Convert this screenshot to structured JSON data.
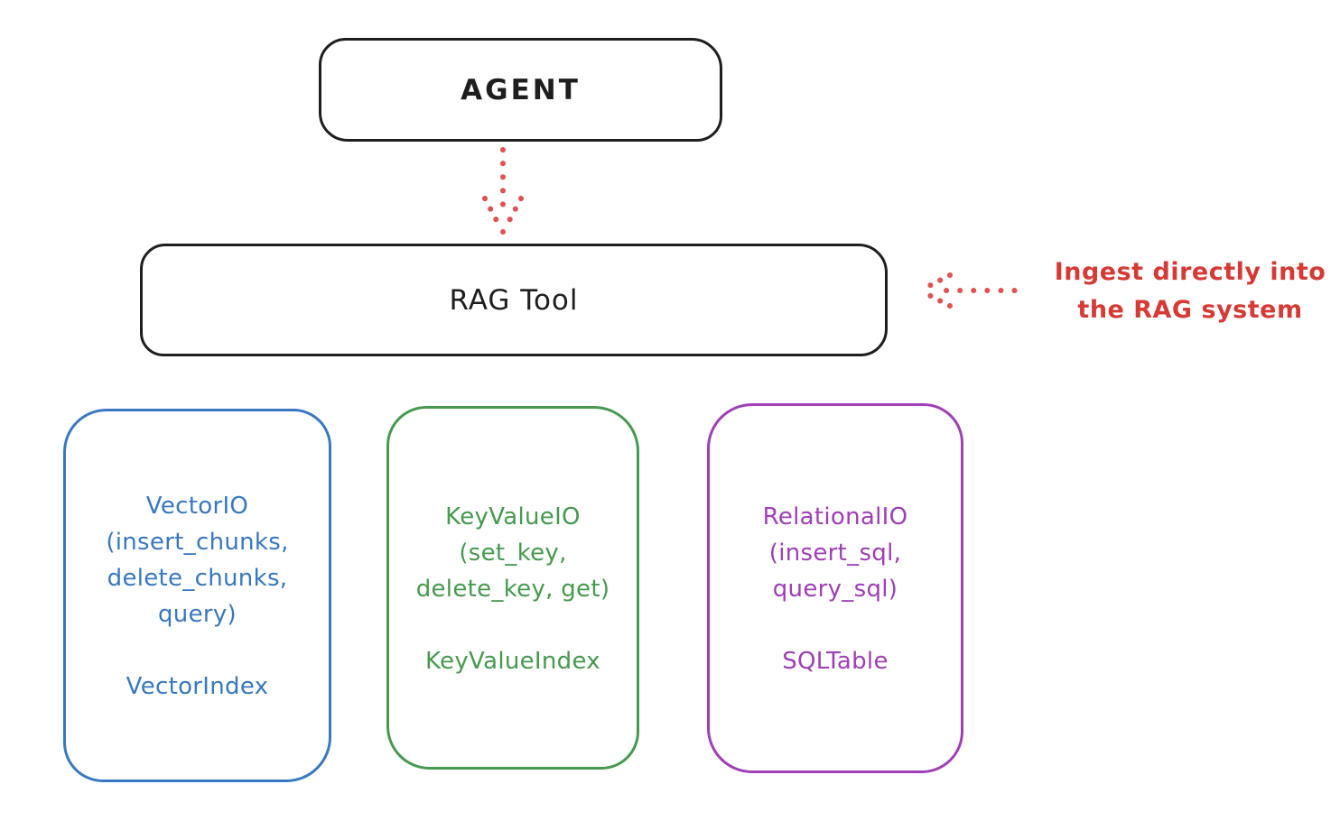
{
  "diagram": {
    "agent": {
      "label": "AGENT"
    },
    "rag_tool": {
      "label": "RAG Tool"
    },
    "annotation": {
      "line1": "Ingest directly into",
      "line2": "the RAG system"
    },
    "arrows": [
      {
        "name": "agent-to-rag-dotted-arrow",
        "direction": "down",
        "style": "dotted",
        "color": "#e05252"
      },
      {
        "name": "ingest-into-rag-dotted-arrow",
        "direction": "left",
        "style": "dotted",
        "color": "#e05252"
      }
    ],
    "stores": [
      {
        "id": "vector-io",
        "color": "#3878c0",
        "lines": [
          "VectorIO",
          "(insert_chunks,",
          "delete_chunks,",
          "query)"
        ],
        "index_label": "VectorIndex"
      },
      {
        "id": "keyvalue-io",
        "color": "#46994e",
        "lines": [
          "KeyValueIO",
          "(set_key,",
          "delete_key, get)"
        ],
        "index_label": "KeyValueIndex"
      },
      {
        "id": "relational-io",
        "color": "#9f3eb5",
        "lines": [
          "RelationalIO",
          "(insert_sql,",
          "query_sql)"
        ],
        "index_label": "SQLTable"
      }
    ],
    "colors": {
      "stroke": "#1e1e1e",
      "red": "#d63a35",
      "blue": "#3878c0",
      "green": "#46994e",
      "purple": "#9f3eb5",
      "background": "#ffffff"
    }
  }
}
